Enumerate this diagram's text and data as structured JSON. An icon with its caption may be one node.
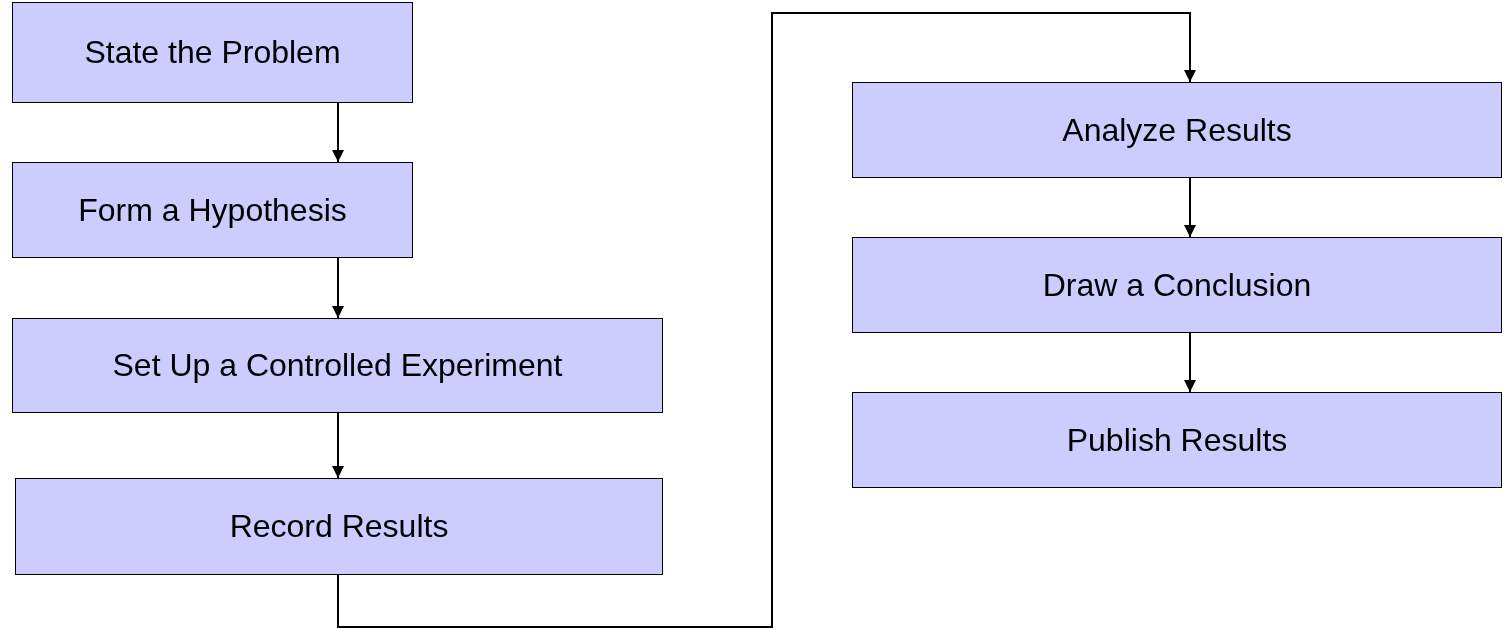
{
  "diagram": {
    "nodes": [
      {
        "text": [
          "State the Problem"
        ]
      },
      {
        "text": [
          "Form a Hypothesis"
        ]
      },
      {
        "text": [
          "Set Up a Controlled Experiment"
        ]
      },
      {
        "text": [
          "Record Results"
        ]
      },
      {
        "text": [
          "Analyze Results"
        ]
      },
      {
        "text": [
          "Draw a Conclusion"
        ]
      },
      {
        "text": [
          "Publish Results"
        ]
      }
    ],
    "edges": [
      {
        "from": 0,
        "to": 1,
        "arrow": "to"
      },
      {
        "from": 1,
        "to": 2,
        "arrow": "to"
      },
      {
        "from": 2,
        "to": 3,
        "arrow": "to"
      },
      {
        "from": 3,
        "to": 4,
        "arrow": "to"
      },
      {
        "from": 4,
        "to": 5,
        "arrow": "to"
      },
      {
        "from": 5,
        "to": 6,
        "arrow": "to"
      }
    ]
  }
}
